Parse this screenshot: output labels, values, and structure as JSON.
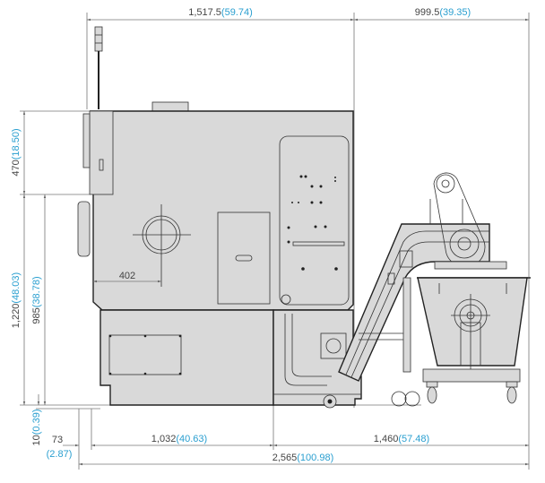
{
  "dimensions": {
    "top_left": {
      "mm": "1,517.5",
      "in": "(59.74)"
    },
    "top_right": {
      "mm": "999.5",
      "in": "(39.35)"
    },
    "left_upper": {
      "mm": "470",
      "in": "(18.50)"
    },
    "left_total": {
      "mm": "1,220",
      "in": "(48.03)"
    },
    "left_inner": {
      "mm": "985",
      "in": "(38.78)"
    },
    "left_bottom": {
      "mm": "10",
      "in": "(0.39)"
    },
    "spindle_offset": {
      "mm": "402"
    },
    "bottom_offset": {
      "mm": "73",
      "in": "(2.87)"
    },
    "bottom_machine": {
      "mm": "1,032",
      "in": "(40.63)"
    },
    "bottom_conveyor": {
      "mm": "1,460",
      "in": "(57.48)"
    },
    "bottom_total": {
      "mm": "2,565",
      "in": "(100.98)"
    }
  },
  "colors": {
    "inch_text": "#2a9fd0",
    "machine_fill": "#d9d9d9"
  }
}
